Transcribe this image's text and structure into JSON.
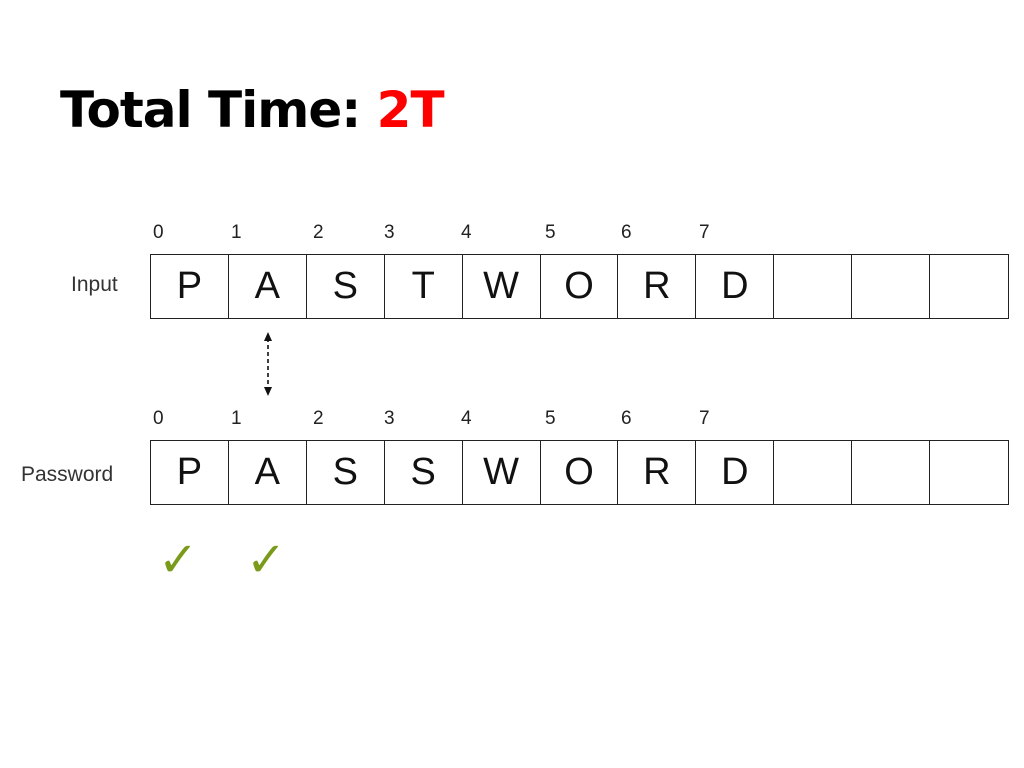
{
  "title": {
    "prefix": "Total Time: ",
    "value": "2T",
    "value_color": "#ff0000"
  },
  "rows": [
    {
      "label": "Input",
      "indices": [
        "0",
        "1",
        "2",
        "3",
        "4",
        "5",
        "6",
        "7"
      ],
      "cells": [
        "P",
        "A",
        "S",
        "T",
        "W",
        "O",
        "R",
        "D",
        "",
        "",
        ""
      ]
    },
    {
      "label": "Password",
      "indices": [
        "0",
        "1",
        "2",
        "3",
        "4",
        "5",
        "6",
        "7"
      ],
      "cells": [
        "P",
        "A",
        "S",
        "S",
        "W",
        "O",
        "R",
        "D",
        "",
        "",
        ""
      ]
    }
  ],
  "checkmarks": {
    "symbol": "✓",
    "count": 2,
    "color": "#7a9a1a"
  },
  "comparison_arrow": {
    "icon": "double-headed-dashed-arrow",
    "at_index": 1
  }
}
